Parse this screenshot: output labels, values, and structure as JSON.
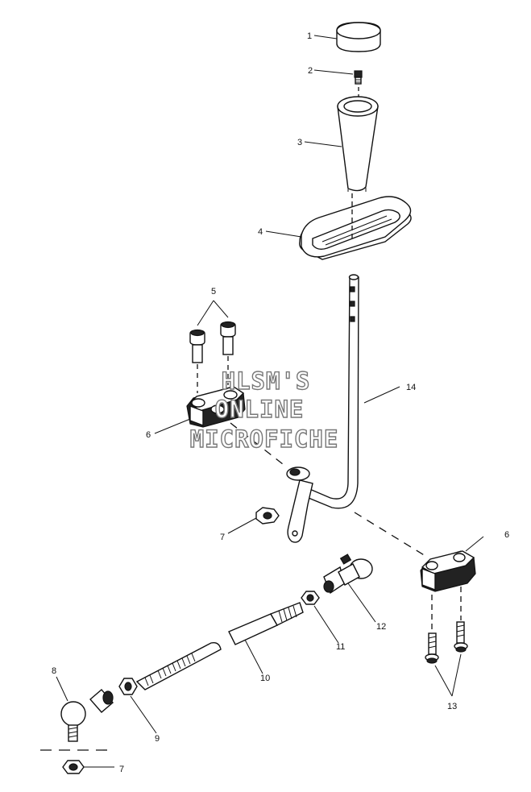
{
  "callouts": [
    {
      "id": "1",
      "label": "1"
    },
    {
      "id": "2",
      "label": "2"
    },
    {
      "id": "3",
      "label": "3"
    },
    {
      "id": "4",
      "label": "4"
    },
    {
      "id": "5",
      "label": "5"
    },
    {
      "id": "6a",
      "label": "6"
    },
    {
      "id": "6b",
      "label": "6"
    },
    {
      "id": "7a",
      "label": "7"
    },
    {
      "id": "7b",
      "label": "7"
    },
    {
      "id": "8",
      "label": "8"
    },
    {
      "id": "9",
      "label": "9"
    },
    {
      "id": "10",
      "label": "10"
    },
    {
      "id": "11",
      "label": "11"
    },
    {
      "id": "12",
      "label": "12"
    },
    {
      "id": "13",
      "label": "13"
    },
    {
      "id": "14",
      "label": "14"
    }
  ],
  "watermark": {
    "line1": "HLSM'S",
    "line2": "ONLINE",
    "line3": "MICROFICHE"
  }
}
